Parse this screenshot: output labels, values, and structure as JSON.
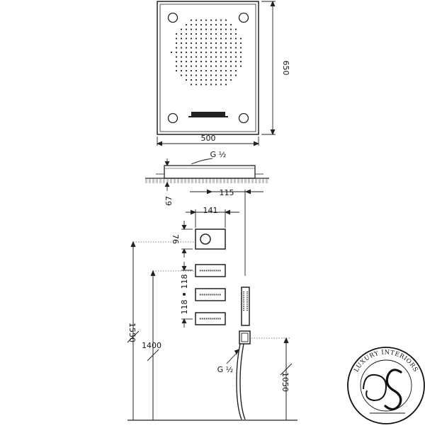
{
  "dimensions": {
    "panel_height": "650",
    "panel_width": "500",
    "thread_top": "G ½",
    "panel_depth": "67",
    "offset_115": "115",
    "control_width": "141",
    "control_height": "76",
    "jet_spacing_1": "118",
    "jet_spacing_2": "118",
    "height_1550": "1550",
    "height_1400": "1400",
    "thread_hand": "G ½",
    "height_1050": "1050"
  },
  "logo": {
    "text": "LUXURY INTERIORS"
  },
  "colors": {
    "line": "#222222",
    "dotted": "#555555"
  }
}
